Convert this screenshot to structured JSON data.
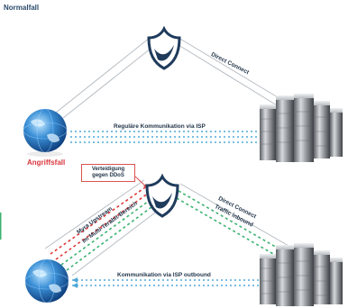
{
  "top": {
    "title": "Normalfall",
    "direct_connect_label": "Direct Connect",
    "isp_label": "Reguläre Kommunikation via ISP"
  },
  "bottom": {
    "title": "Angriffsfall",
    "defense_line1": "Verteidigung",
    "defense_line2": "gegen DDoS",
    "upstream_line1": "Myra Upstream",
    "upstream_line2": "im Multi-Terabit-Bereich",
    "direct_connect_line1": "Direct Connect",
    "direct_connect_line2": "Traffic inbound",
    "isp_label": "Kommunikation via ISP outbound"
  },
  "colors": {
    "title_normal": "#2a4a6b",
    "title_attack": "#d9363e",
    "shield": "#1f3b5c",
    "link_dots": "#4fa8d8",
    "attack_red": "#e03a3a",
    "attack_green": "#3cb371"
  },
  "icons": {
    "shield": "shield-icon",
    "globe": "globe-icon",
    "servers": "server-rack-icon"
  }
}
